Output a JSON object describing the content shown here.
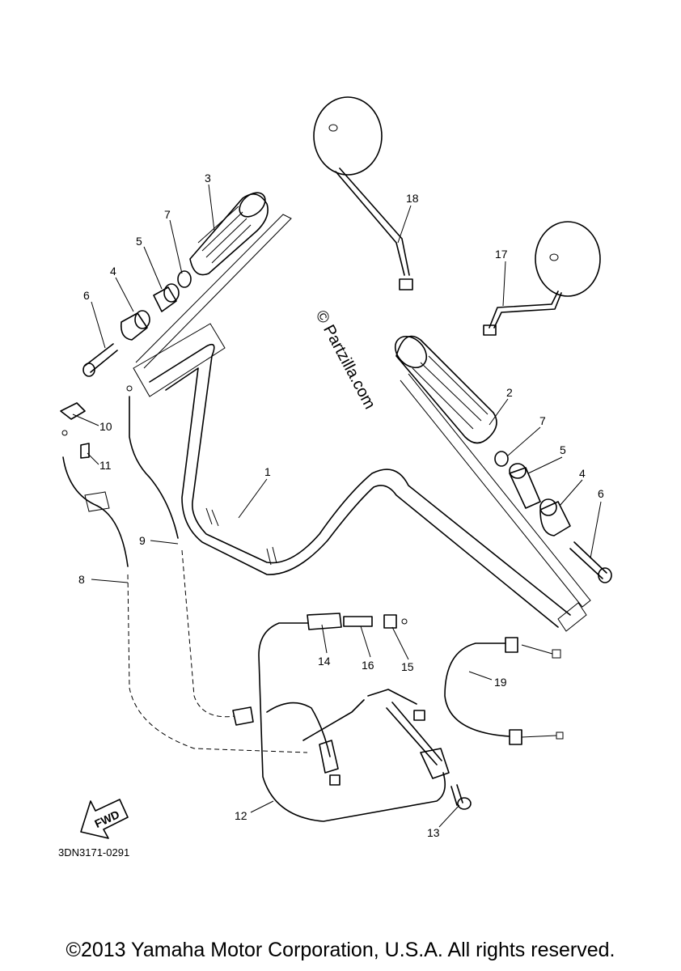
{
  "watermark": "© Partzilla.com",
  "diagram_code": "3DN3171-0291",
  "copyright": "©2013 Yamaha Motor Corporation, U.S.A. All rights reserved.",
  "fwd_label": "FWD",
  "callouts": [
    "1",
    "2",
    "3",
    "4",
    "4",
    "5",
    "5",
    "6",
    "6",
    "7",
    "7",
    "8",
    "9",
    "10",
    "11",
    "12",
    "13",
    "14",
    "15",
    "16",
    "17",
    "18",
    "19"
  ],
  "parts": [
    "handlebar",
    "grip-right",
    "grip-left",
    "mirror-left",
    "mirror-right",
    "throttle-cable",
    "clutch-cable",
    "brake-cable",
    "cable-19"
  ]
}
